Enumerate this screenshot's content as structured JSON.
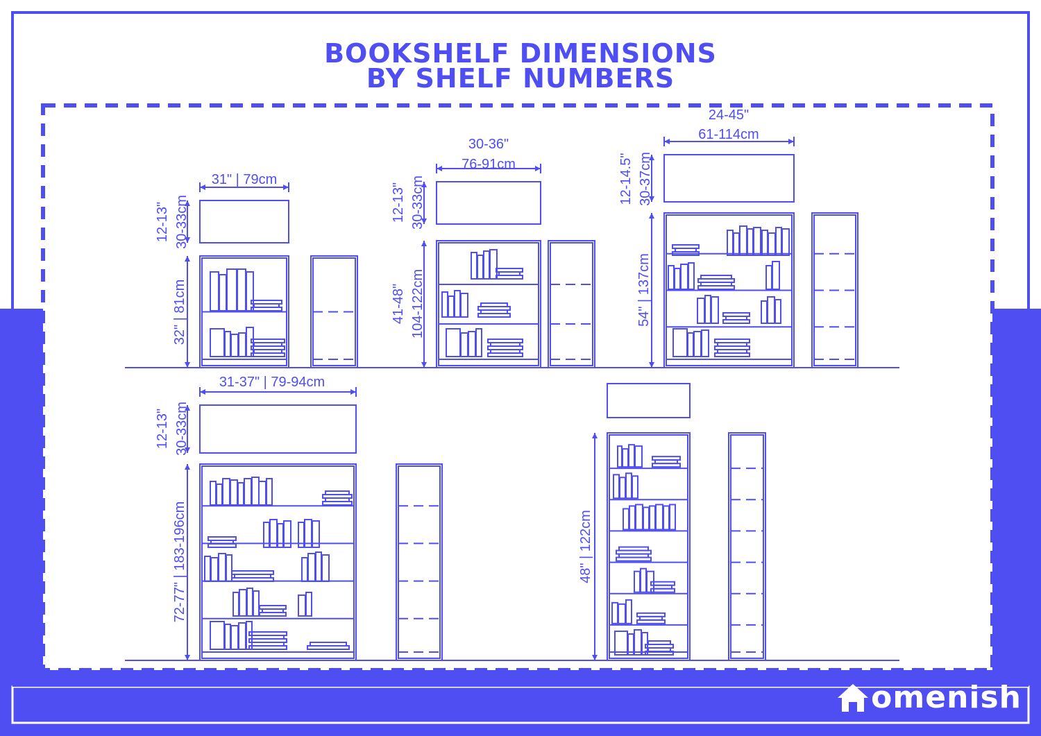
{
  "title": {
    "line1": "BOOKSHELF DIMENSIONS",
    "line2": "BY SHELF NUMBERS"
  },
  "colors": {
    "accent": "#4f4ef2",
    "background": "#ffffff"
  },
  "brand": {
    "name_suffix": "omenish",
    "full": "Homenish",
    "icon": "house-icon"
  },
  "shelves": [
    {
      "id": "two-shelf",
      "width_label": "31\" | 79cm",
      "depth_label_in": "12-13\"",
      "depth_label_cm": "30-33cm",
      "height_label": "32\" | 81cm",
      "shelf_count": 2
    },
    {
      "id": "three-shelf",
      "width_label_in": "30-36\"",
      "width_label_cm": "76-91cm",
      "depth_label_in": "12-13\"",
      "depth_label_cm": "30-33cm",
      "height_label_in": "41-48\"",
      "height_label_cm": "104-122cm",
      "shelf_count": 3
    },
    {
      "id": "four-shelf",
      "width_label_in": "24-45\"",
      "width_label_cm": "61-114cm",
      "depth_label_in": "12-14.5\"",
      "depth_label_cm": "30-37cm",
      "height_label": "54\" | 137cm",
      "shelf_count": 4
    },
    {
      "id": "five-shelf",
      "width_label": "31-37\" | 79-94cm",
      "depth_label_in": "12-13\"",
      "depth_label_cm": "30-33cm",
      "height_label": "72-77\" | 183-196cm",
      "shelf_count": 5
    },
    {
      "id": "seven-shelf",
      "height_label": "48\" | 122cm",
      "shelf_count": 7
    }
  ]
}
